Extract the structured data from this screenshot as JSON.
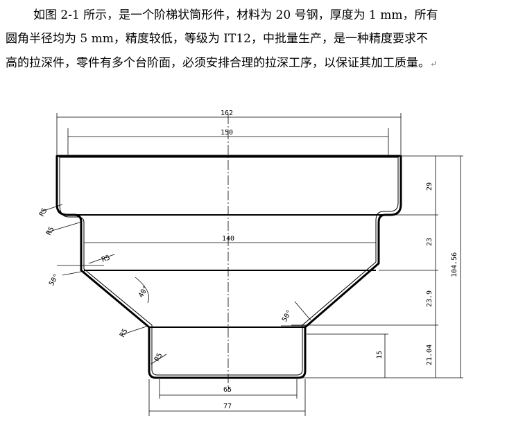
{
  "paragraph": {
    "line1": "如图 2-1 所示，是一个阶梯状筒形件，材料为 20 号钢，厚度为 1 mm，所有",
    "line2": "圆角半径均为 5 mm，精度较低，等级为 IT12，中批量生产，是一种精度要求不",
    "line3": "高的拉深件，零件有多个台阶面，必须安排合理的拉深工序，以保证其加工质量。",
    "mark": "↵"
  },
  "drawing": {
    "dims": {
      "d162": "162",
      "d150": "150",
      "d140": "140",
      "d65": "65",
      "d77": "77",
      "h29": "29",
      "h23": "23",
      "h23_9": "23.9",
      "h21_04": "21.04",
      "h15": "15",
      "h104_56": "104.56",
      "a50_left": "50°",
      "a40": "40°",
      "a50_right": "50°",
      "r_top_left": "R5",
      "r_step_left": "R5",
      "r_inner": "R5",
      "r_bottom_left": "R5",
      "r_bottom_inner": "R5"
    }
  }
}
